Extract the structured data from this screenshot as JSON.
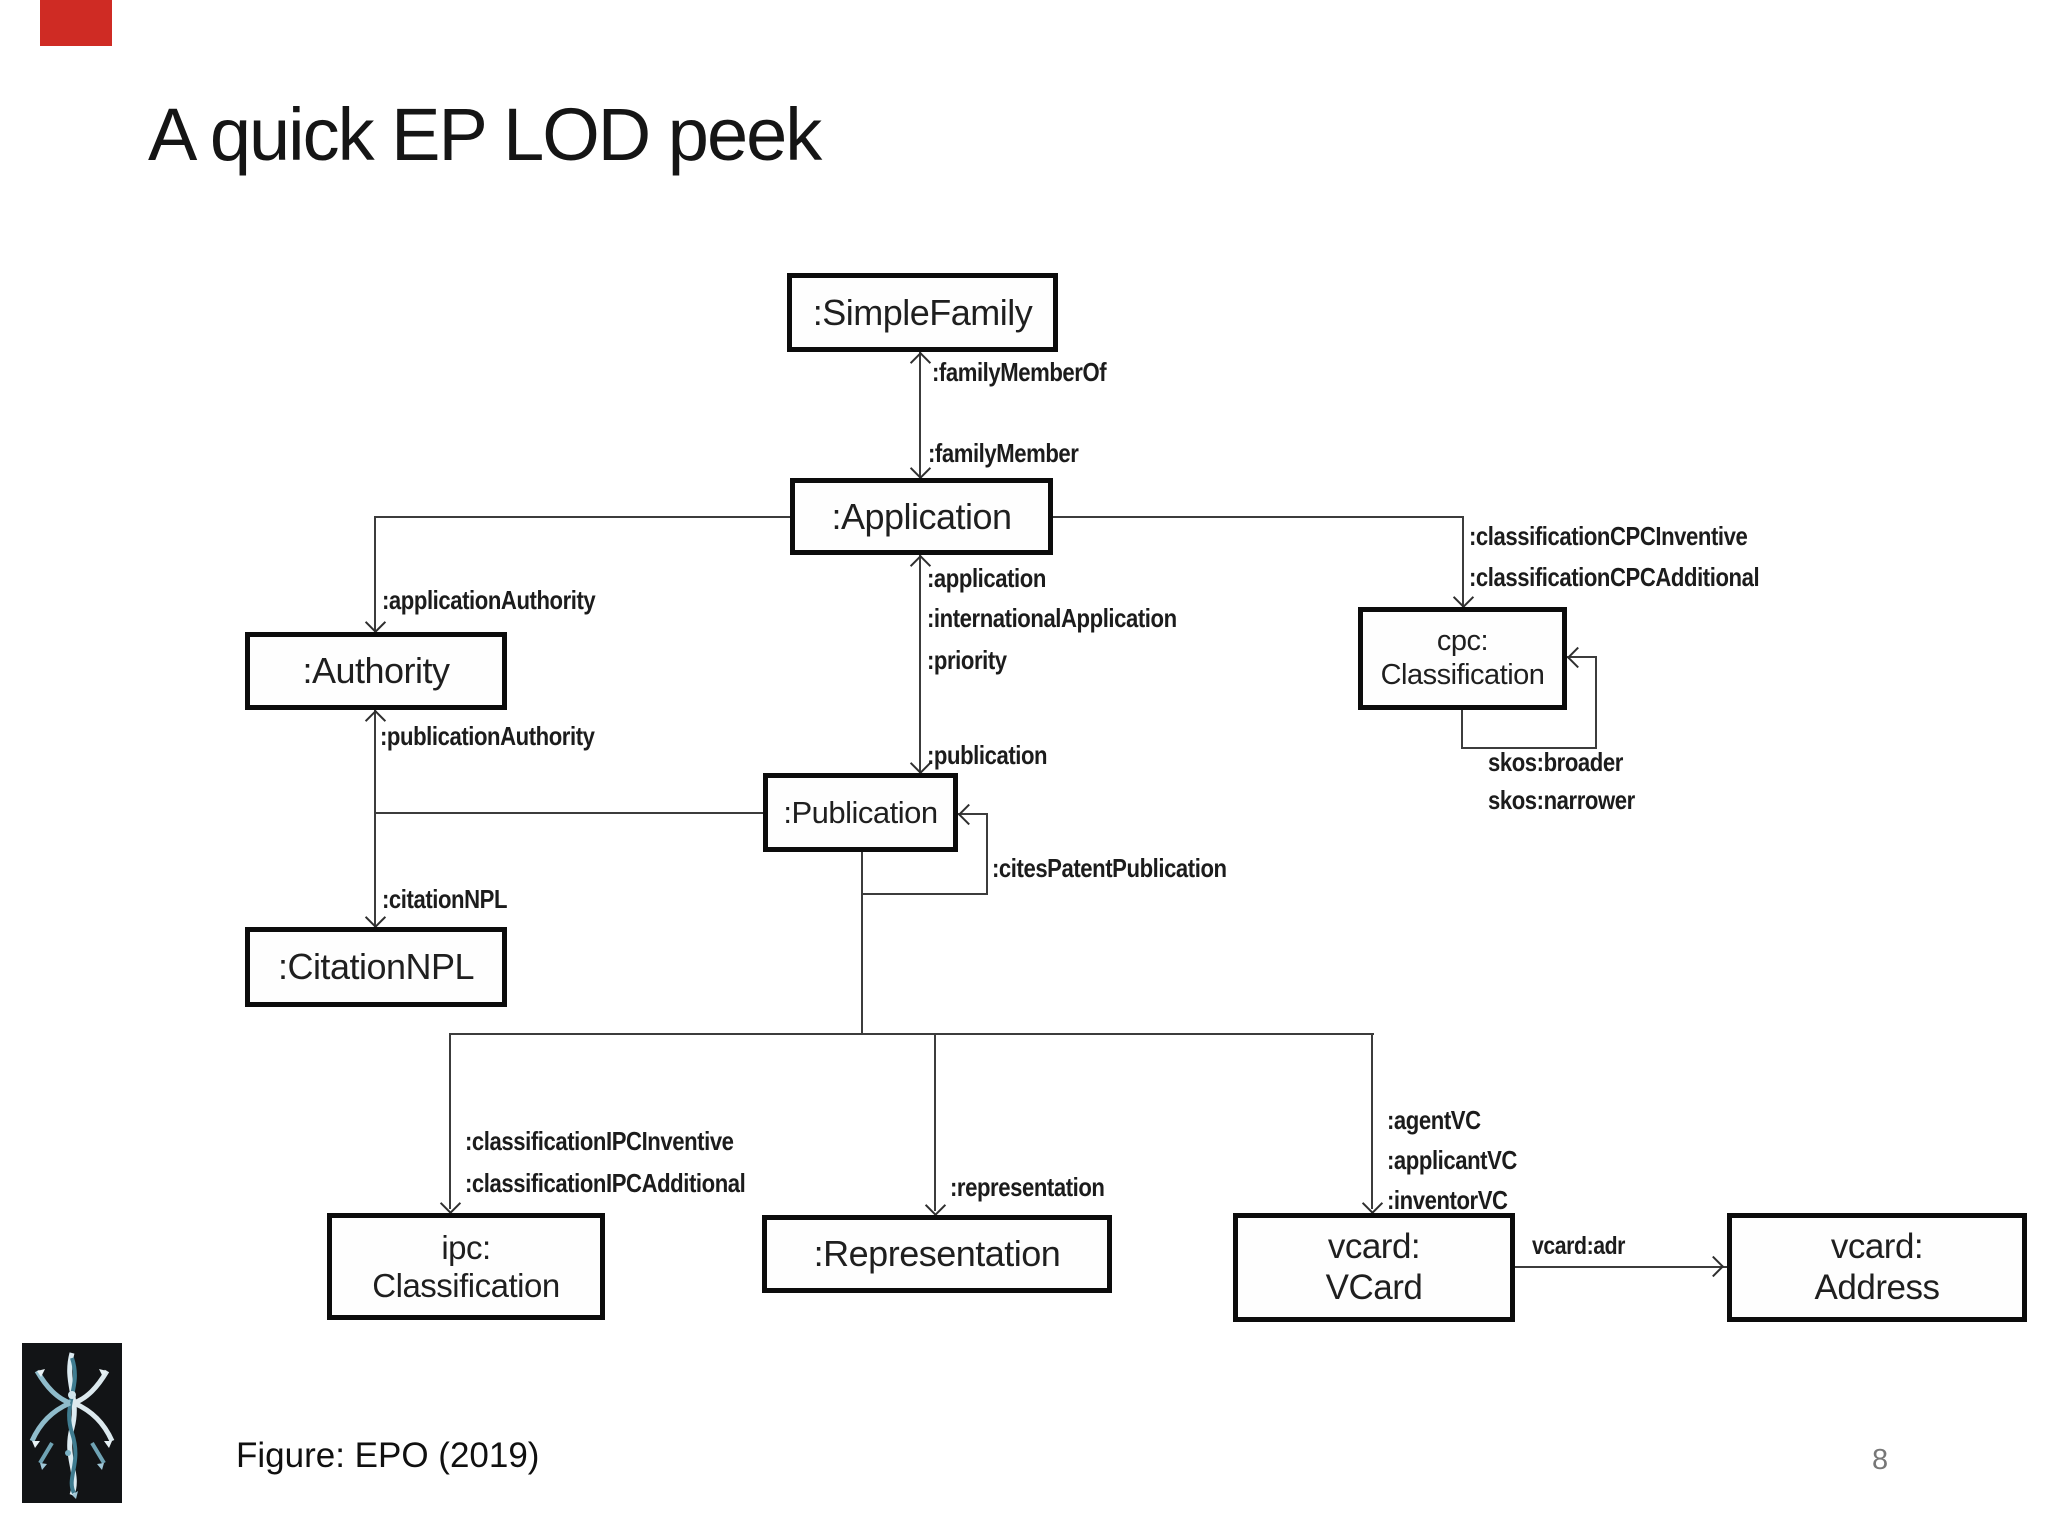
{
  "slide": {
    "title": "A quick EP LOD peek",
    "caption": "Figure: EPO (2019)",
    "page_number": "8",
    "corner_marker_color": "#cf2b24"
  },
  "diagram": {
    "nodes": {
      "simple_family": ":SimpleFamily",
      "application": ":Application",
      "authority": ":Authority",
      "publication": ":Publication",
      "citation_npl": ":CitationNPL",
      "cpc_classification": [
        "cpc:",
        "Classification"
      ],
      "ipc_classification": [
        "ipc:",
        "Classification"
      ],
      "representation": ":Representation",
      "vcard_vcard": [
        "vcard:",
        "VCard"
      ],
      "vcard_address": [
        "vcard:",
        "Address"
      ]
    },
    "edges": {
      "family_member_of": ":familyMemberOf",
      "family_member": ":familyMember",
      "application_to_publication": [
        ":application",
        ":internationalApplication",
        ":priority"
      ],
      "publication": ":publication",
      "application_authority": ":applicationAuthority",
      "publication_authority": ":publicationAuthority",
      "citation_npl": ":citationNPL",
      "cites_patent_publication": ":citesPatentPublication",
      "classification_cpc": [
        ":classificationCPCInventive",
        ":classificationCPCAdditional"
      ],
      "skos": [
        "skos:broader",
        "skos:narrower"
      ],
      "classification_ipc": [
        ":classificationIPCInventive",
        ":classificationIPCAdditional"
      ],
      "vcard_links": [
        ":agentVC",
        ":applicantVC",
        ":inventorVC"
      ],
      "representation": ":representation",
      "vcard_adr": "vcard:adr"
    }
  }
}
